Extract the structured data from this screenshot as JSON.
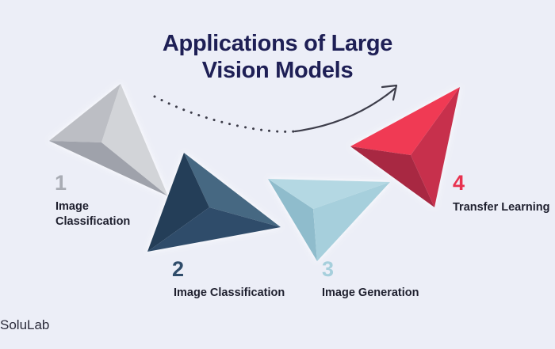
{
  "title": {
    "line1": "Applications of Large",
    "line2": "Vision Models"
  },
  "steps": [
    {
      "number": "1",
      "label_line1": "Image",
      "label_line2": "Classification",
      "color": "#a9acb4"
    },
    {
      "number": "2",
      "label_line1": "Image Classification",
      "label_line2": "",
      "color": "#2f4c6a"
    },
    {
      "number": "3",
      "label_line1": "Image Generation",
      "label_line2": "",
      "color": "#a6cfdc"
    },
    {
      "number": "4",
      "label_line1": "Transfer Learning",
      "label_line2": "",
      "color": "#e8324f"
    }
  ],
  "brand": "SoluLab",
  "colors": {
    "background": "#eceef7",
    "title": "#1e1f55",
    "label": "#1e1f2e",
    "arrow": "#3d3d4a"
  },
  "icons": [
    "paper-plane-gray",
    "paper-plane-navy",
    "paper-plane-lightblue",
    "paper-plane-red",
    "dotted-curved-arrow"
  ]
}
